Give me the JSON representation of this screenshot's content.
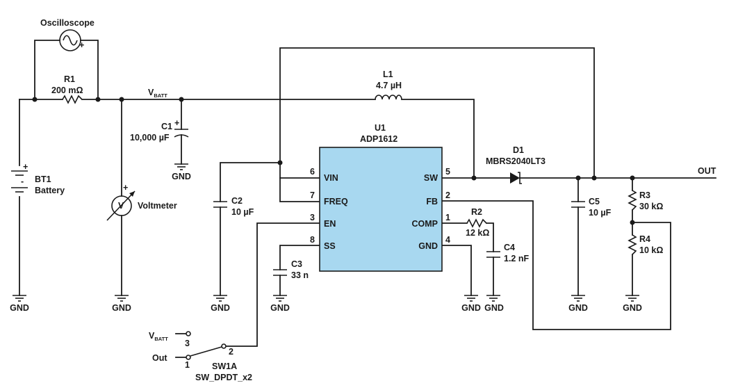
{
  "oscilloscope": {
    "label": "Oscilloscope",
    "plus": "+"
  },
  "r1": {
    "ref": "R1",
    "value": "200 mΩ"
  },
  "vbatt_net": {
    "main": "V",
    "sub": "BATT"
  },
  "c1": {
    "ref": "C1",
    "value": "10,000 µF",
    "plus": "+"
  },
  "gnd": "GND",
  "bt1": {
    "ref": "BT1",
    "value": "Battery",
    "plus": "+",
    "minus": "-"
  },
  "voltmeter": {
    "label": "Voltmeter",
    "symbol": "V",
    "plus": "+"
  },
  "l1": {
    "ref": "L1",
    "value": "4.7 µH"
  },
  "u1": {
    "ref": "U1",
    "part": "ADP1612",
    "color": "#a8d8f0",
    "left_pins": [
      {
        "num": "6",
        "name": "VIN"
      },
      {
        "num": "7",
        "name": "FREQ"
      },
      {
        "num": "3",
        "name": "EN"
      },
      {
        "num": "8",
        "name": "SS"
      }
    ],
    "right_pins": [
      {
        "num": "5",
        "name": "SW"
      },
      {
        "num": "2",
        "name": "FB"
      },
      {
        "num": "1",
        "name": "COMP"
      },
      {
        "num": "4",
        "name": "GND"
      }
    ]
  },
  "d1": {
    "ref": "D1",
    "part": "MBRS2040LT3"
  },
  "out_net": "OUT",
  "c2": {
    "ref": "C2",
    "value": "10 µF"
  },
  "c3": {
    "ref": "C3",
    "value": "33 n"
  },
  "r2": {
    "ref": "R2",
    "value": "12 kΩ"
  },
  "c4": {
    "ref": "C4",
    "value": "1.2 nF"
  },
  "c5": {
    "ref": "C5",
    "value": "10 µF"
  },
  "r3": {
    "ref": "R3",
    "value": "30 kΩ"
  },
  "r4": {
    "ref": "R4",
    "value": "10 kΩ"
  },
  "sw1a": {
    "ref": "SW1A",
    "part": "SW_DPDT_x2",
    "vbatt_main": "V",
    "vbatt_sub": "BATT",
    "out_label": "Out",
    "pin3": "3",
    "pin1": "1",
    "pin2": "2"
  }
}
